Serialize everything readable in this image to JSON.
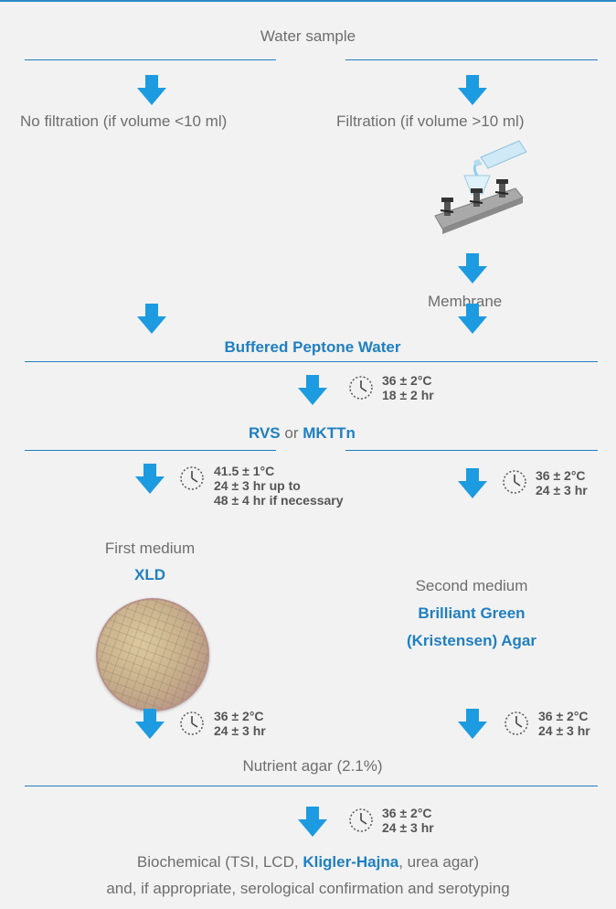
{
  "steps": {
    "water_sample": "Water sample",
    "no_filtration": "No filtration (if volume <10 ml)",
    "filtration": "Filtration (if volume >10 ml)",
    "membrane": "Membrane",
    "buffered_peptone_water": "Buffered Peptone Water",
    "rvs": "RVS",
    "or": "or",
    "mkttn": "MKTTn",
    "first_medium_label": "First medium",
    "first_medium_name": "XLD",
    "second_medium_label": "Second medium",
    "second_medium_name_line1": "Brilliant Green",
    "second_medium_name_line2": "(Kristensen) Agar",
    "nutrient_agar": "Nutrient agar (2.1%)",
    "biochem_part1": "Biochemical (TSI, LCD,",
    "biochem_kligler": "Kligler-Hajna",
    "biochem_part2": ", urea agar)",
    "biochem_line2": "and, if appropriate, serological confirmation and serotyping"
  },
  "conditions": {
    "bpw_temp": "36 ± 2°C",
    "bpw_time": "18 ± 2 hr",
    "xld_temp": "41.5 ± 1°C",
    "xld_time": "24 ± 3 hr up to",
    "xld_time2": "48 ± 4 hr if necessary",
    "bga_temp": "36 ± 2°C",
    "bga_time": "24 ± 3 hr",
    "na_left_temp": "36 ± 2°C",
    "na_left_time": "24 ± 3 hr",
    "na_right_temp": "36 ± 2°C",
    "na_right_time": "24 ± 3 hr",
    "bio_temp": "36 ± 2°C",
    "bio_time": "24 ± 3 hr"
  },
  "colors": {
    "accent": "#1f7fc0",
    "arrow": "#1d9be0",
    "text": "#6e6e6e",
    "background": "#f2f2f2"
  }
}
